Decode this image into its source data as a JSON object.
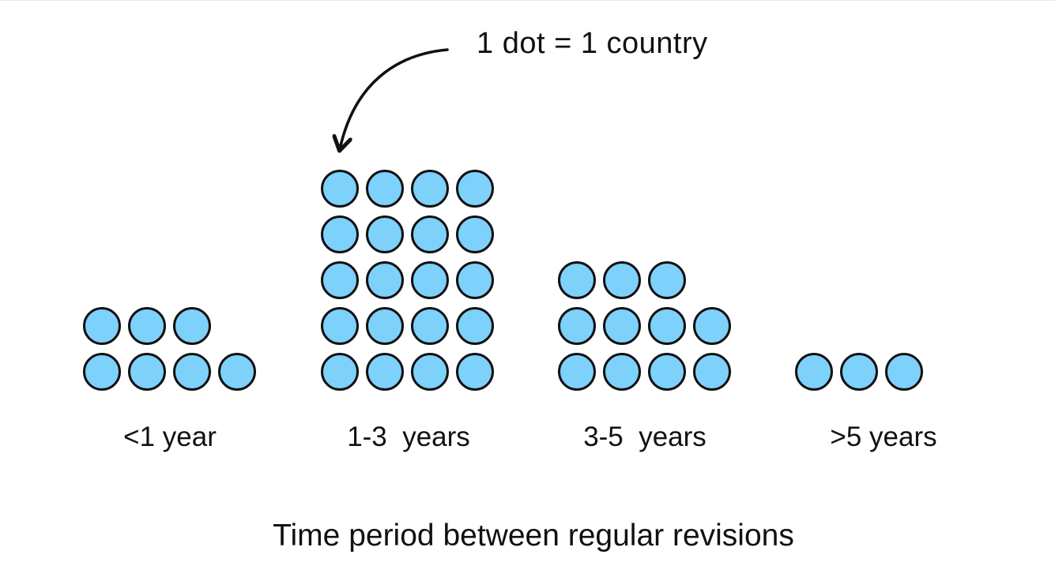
{
  "legend": {
    "note": "1 dot = 1 country"
  },
  "chart_data": {
    "type": "pictograph",
    "title": "Time period between regular revisions",
    "unit_note": "1 dot = 1 country",
    "dots_per_row": 4,
    "dot_fill_color": "#7DD1FA",
    "dot_border_color": "#111111",
    "categories": [
      {
        "label": "<1 year",
        "count": 7
      },
      {
        "label": "1-3  years",
        "count": 20
      },
      {
        "label": "3-5  years",
        "count": 11
      },
      {
        "label": ">5 years",
        "count": 3
      }
    ]
  }
}
